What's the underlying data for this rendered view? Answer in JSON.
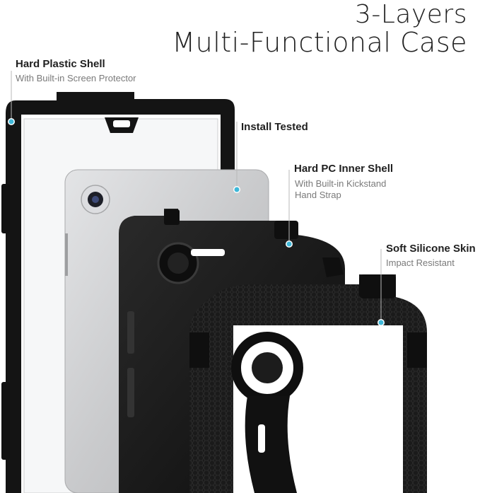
{
  "heading": {
    "line1": "3-Layers",
    "line2": "Multi-Functional Case"
  },
  "callouts": [
    {
      "title": "Hard Plastic Shell",
      "subtitle_lines": [
        "With Built-in Screen Protector"
      ]
    },
    {
      "title": "Install Tested",
      "subtitle_lines": []
    },
    {
      "title": "Hard PC Inner Shell",
      "subtitle_lines": [
        "With Built-in Kickstand",
        "Hand Strap"
      ]
    },
    {
      "title": "Soft Silicone Skin",
      "subtitle_lines": [
        "Impact Resistant"
      ]
    }
  ],
  "colors": {
    "accent_dot": "#3fb8d9",
    "case_black": "#151515",
    "tablet_silver": "#cfd0d2"
  }
}
